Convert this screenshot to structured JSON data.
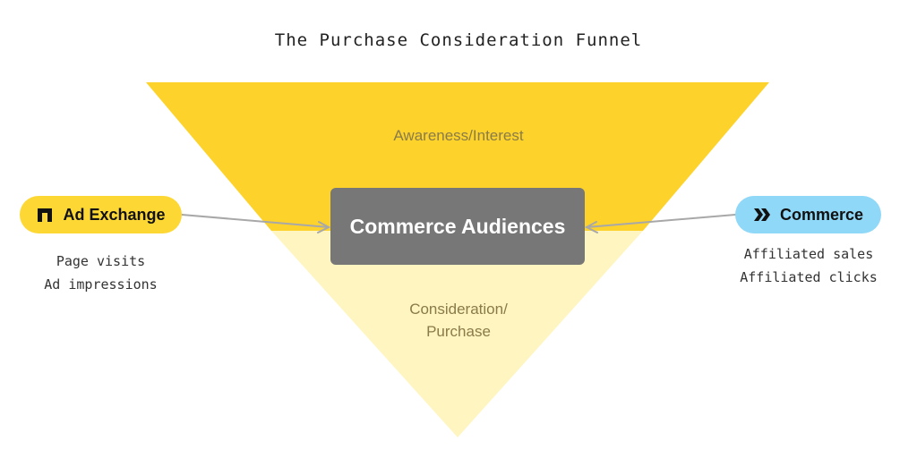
{
  "title": "The Purchase Consideration Funnel",
  "funnel": {
    "top_stage": "Awareness/Interest",
    "bottom_stage_line1": "Consideration/",
    "bottom_stage_line2": "Purchase",
    "colors": {
      "top": "#fdd32b",
      "bottom": "#fff5c0"
    }
  },
  "center": {
    "label": "Commerce Audiences",
    "color": "#777777"
  },
  "sources": [
    {
      "label": "Ad Exchange",
      "icon": "ad-exchange-icon",
      "color": "#fdd835",
      "metrics": [
        "Page visits",
        "Ad impressions"
      ]
    },
    {
      "label": "Commerce",
      "icon": "double-chevron-icon",
      "color": "#8fd8f7",
      "metrics": [
        "Affiliated sales",
        "Affiliated clicks"
      ]
    }
  ],
  "connector_color": "#a8a8a8"
}
